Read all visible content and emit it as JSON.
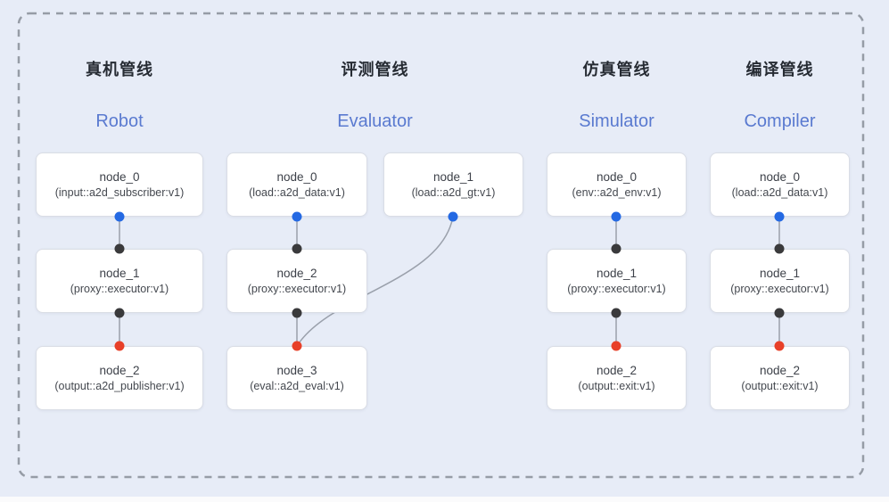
{
  "colors": {
    "background": "#e7ecf7",
    "frame_dash": "#969ca6",
    "box_bg": "#ffffff",
    "box_border": "#d9dde5",
    "title_zh_color": "#262b33",
    "title_en_color": "#5a7ad0",
    "edge_line": "#9aa0ab",
    "dot_blue": "#2469e3",
    "dot_dark": "#3a3a3c",
    "dot_red": "#e84029"
  },
  "pipelines": [
    {
      "id": "robot",
      "title_zh": "真机管线",
      "title_en": "Robot",
      "nodes": [
        {
          "name": "node_0",
          "type": "(input::a2d_subscriber:v1)"
        },
        {
          "name": "node_1",
          "type": "(proxy::executor:v1)"
        },
        {
          "name": "node_2",
          "type": "(output::a2d_publisher:v1)"
        }
      ]
    },
    {
      "id": "evaluator",
      "title_zh": "评测管线",
      "title_en": "Evaluator",
      "nodes": [
        {
          "name": "node_0",
          "type": "(load::a2d_data:v1)"
        },
        {
          "name": "node_1",
          "type": "(load::a2d_gt:v1)"
        },
        {
          "name": "node_2",
          "type": "(proxy::executor:v1)"
        },
        {
          "name": "node_3",
          "type": "(eval::a2d_eval:v1)"
        }
      ]
    },
    {
      "id": "simulator",
      "title_zh": "仿真管线",
      "title_en": "Simulator",
      "nodes": [
        {
          "name": "node_0",
          "type": "(env::a2d_env:v1)"
        },
        {
          "name": "node_1",
          "type": "(proxy::executor:v1)"
        },
        {
          "name": "node_2",
          "type": "(output::exit:v1)"
        }
      ]
    },
    {
      "id": "compiler",
      "title_zh": "编译管线",
      "title_en": "Compiler",
      "nodes": [
        {
          "name": "node_0",
          "type": "(load::a2d_data:v1)"
        },
        {
          "name": "node_1",
          "type": "(proxy::executor:v1)"
        },
        {
          "name": "node_2",
          "type": "(output::exit:v1)"
        }
      ]
    }
  ]
}
